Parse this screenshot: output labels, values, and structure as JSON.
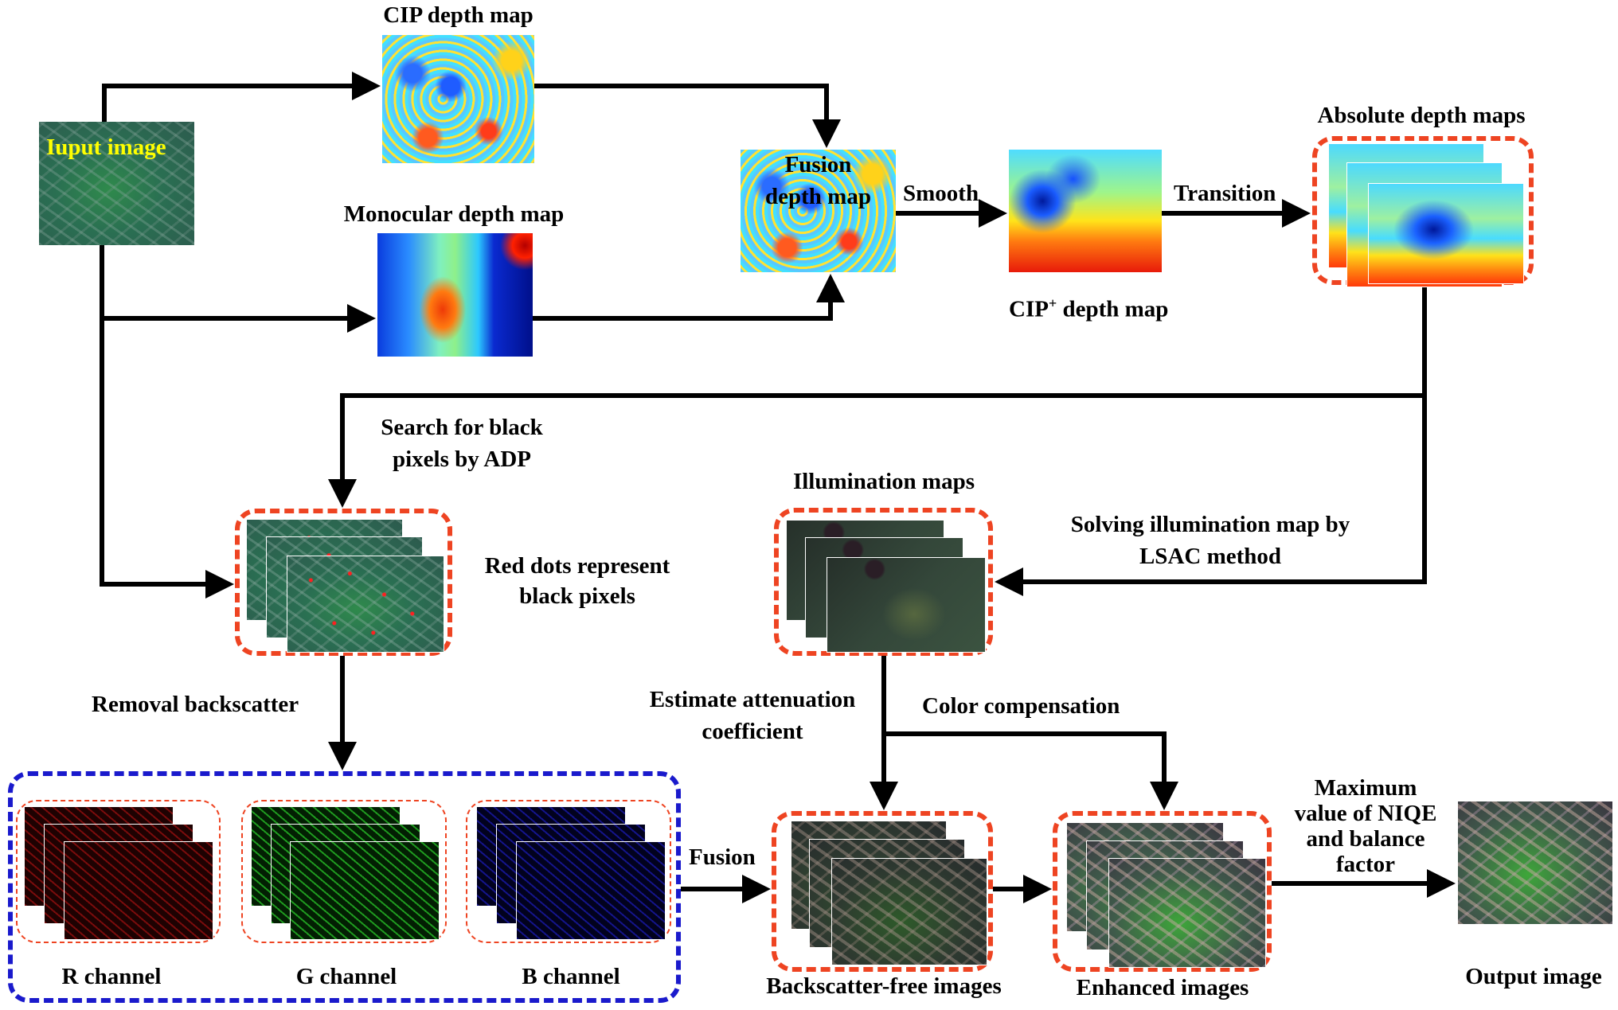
{
  "diagram": {
    "nodes": {
      "input_image": {
        "label": "Iuput image"
      },
      "cip_depth_map": {
        "label": "CIP depth map"
      },
      "monocular_depth_map": {
        "label": "Monocular depth map"
      },
      "fusion_depth_map": {
        "label_line1": "Fusion",
        "label_line2": "depth map"
      },
      "cip_plus_depth_map": {
        "label_prefix": "CIP",
        "label_sup": "+",
        "label_suffix": " depth map"
      },
      "absolute_depth_maps": {
        "label": "Absolute depth maps"
      },
      "black_pixels": {
        "note_line1": "Red dots represent",
        "note_line2": "black pixels"
      },
      "illumination_maps": {
        "label": "Illumination maps"
      },
      "r_channel": {
        "label": "R channel"
      },
      "g_channel": {
        "label": "G channel"
      },
      "b_channel": {
        "label": "B channel"
      },
      "backscatter_free_images": {
        "label": "Backscatter-free images"
      },
      "enhanced_images": {
        "label": "Enhanced images"
      },
      "output_image": {
        "label": "Output image"
      }
    },
    "edges": {
      "smooth": "Smooth",
      "transition": "Transition",
      "search_line1": "Search for black",
      "search_line2": "pixels by ADP",
      "solving_line1": "Solving illumination map by",
      "solving_line2": "LSAC method",
      "removal": "Removal backscatter",
      "estimate_line1": "Estimate attenuation",
      "estimate_line2": "coefficient",
      "color_comp": "Color compensation",
      "fusion": "Fusion",
      "niqe_line1": "Maximum",
      "niqe_line2": "value of NIQE",
      "niqe_line3": "and balance",
      "niqe_line4": "factor"
    },
    "colors": {
      "arrow": "#000000",
      "group_border_red": "#ee4422",
      "group_border_blue": "#1a1acc",
      "input_label": "#ffff00"
    }
  }
}
